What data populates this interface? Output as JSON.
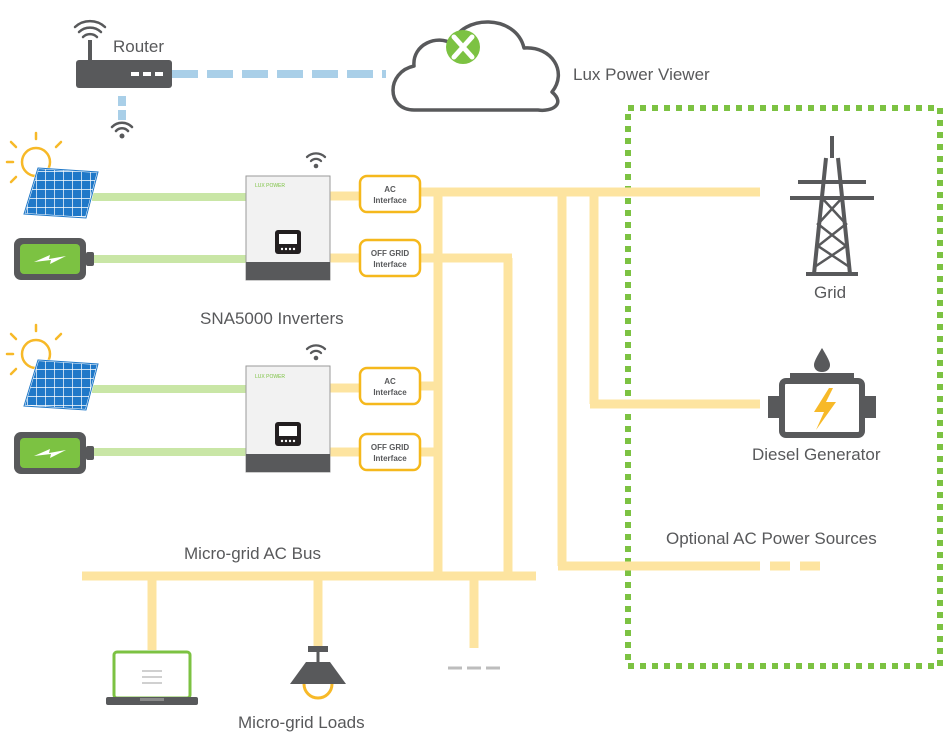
{
  "labels": {
    "router": "Router",
    "cloud": "Lux Power Viewer",
    "grid": "Grid",
    "inverters": "SNA5000 Inverters",
    "diesel": "Diesel Generator",
    "optional_sources": "Optional AC Power Sources",
    "bus": "Micro-grid AC Bus",
    "loads": "Micro-grid Loads"
  },
  "interfaces": {
    "ac_line1": "AC",
    "ac_line2": "Interface",
    "offgrid_line1": "OFF GRID",
    "offgrid_line2": "Interface"
  },
  "inverter_brand": "LUX POWER",
  "colors": {
    "ac_bus": "#fde4a0",
    "dc_line": "#c9e6a6",
    "network": "#a9cfe8",
    "dotted_border": "#7cc242",
    "interface_border": "#f5b81c",
    "icon_gray": "#58595b",
    "battery_green": "#7cc242",
    "solar_blue": "#1f78c8",
    "sun_yellow": "#f7b928",
    "text": "#58595b"
  },
  "icons": [
    "router-icon",
    "wifi-icon",
    "cloud-icon",
    "sun-icon",
    "solar-panel-icon",
    "battery-icon",
    "inverter-icon",
    "pylon-icon",
    "generator-icon",
    "laptop-icon",
    "lamp-icon"
  ]
}
